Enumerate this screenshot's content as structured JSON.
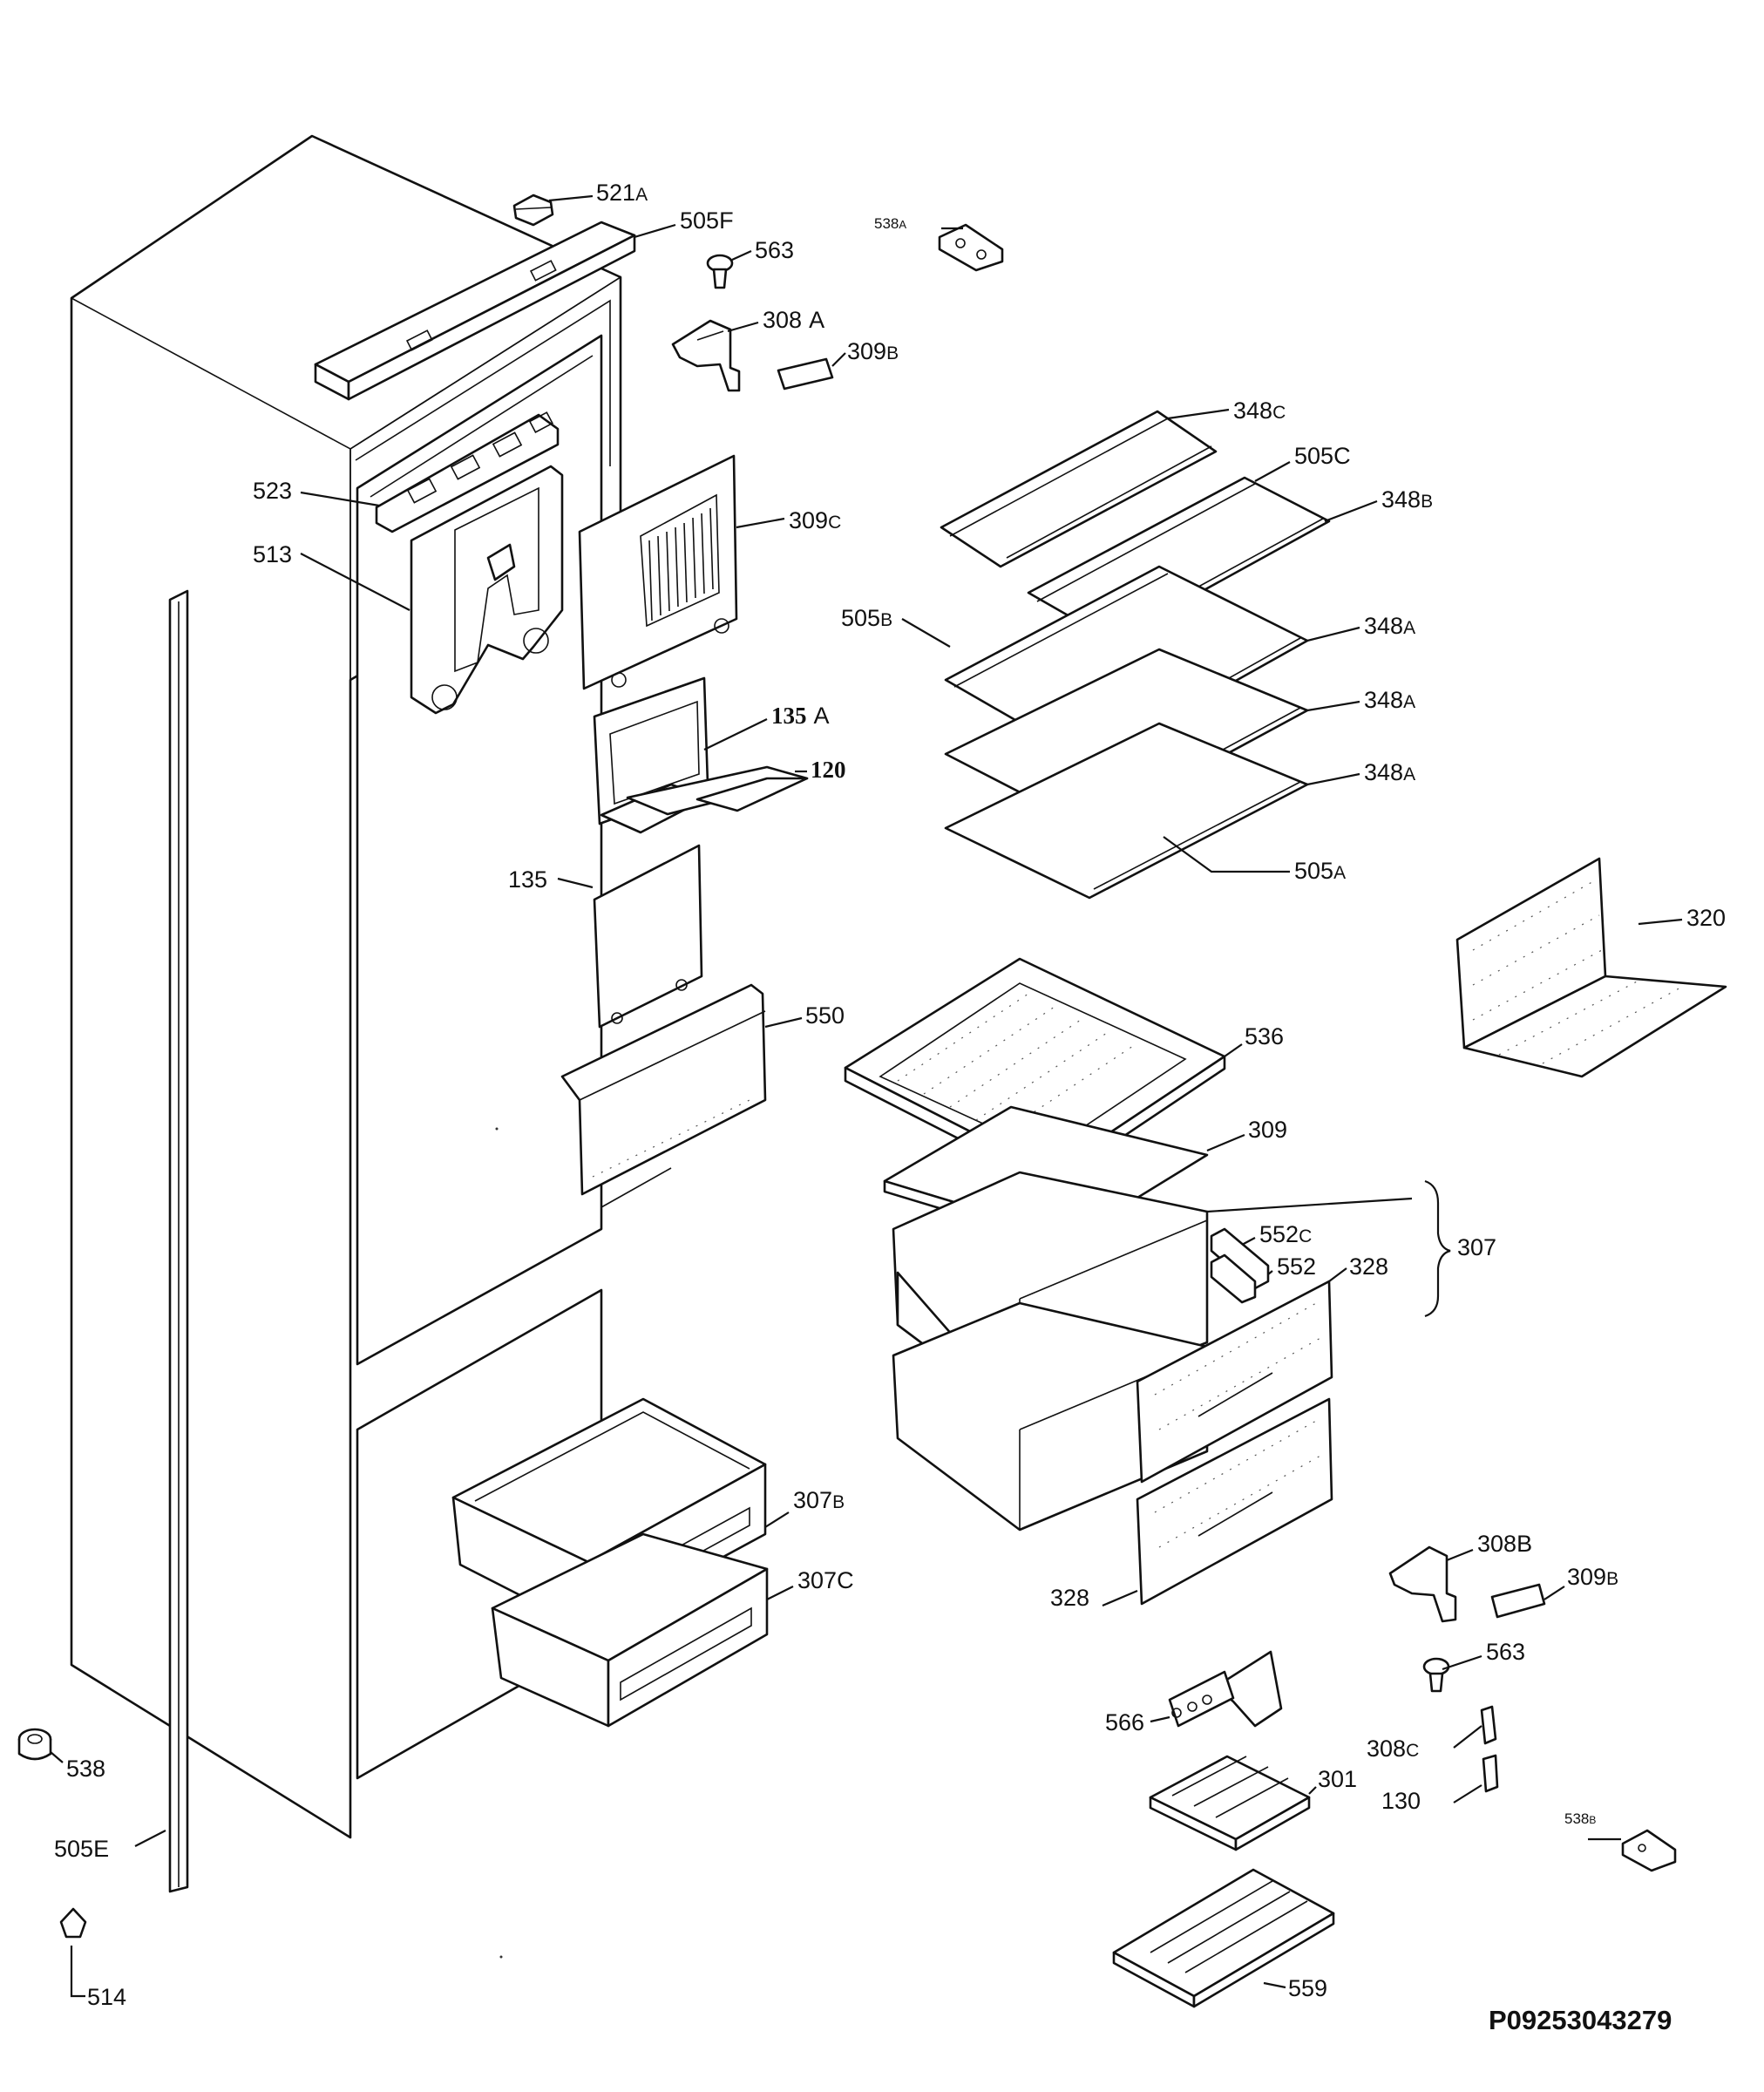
{
  "diagram": {
    "code": "P09253043279",
    "parts": [
      {
        "id": "521A",
        "main": "521",
        "suffix": "A"
      },
      {
        "id": "505F",
        "main": "505",
        "suffix": "F"
      },
      {
        "id": "538A",
        "main": "538",
        "suffix": "A"
      },
      {
        "id": "563-top",
        "main": "563",
        "suffix": ""
      },
      {
        "id": "308A",
        "main": "308",
        "suffix": "A"
      },
      {
        "id": "309B-top",
        "main": "309",
        "suffix": "B"
      },
      {
        "id": "348C",
        "main": "348",
        "suffix": "C"
      },
      {
        "id": "505C",
        "main": "505",
        "suffix": "C"
      },
      {
        "id": "348B",
        "main": "348",
        "suffix": "B"
      },
      {
        "id": "523",
        "main": "523",
        "suffix": ""
      },
      {
        "id": "513",
        "main": "513",
        "suffix": ""
      },
      {
        "id": "309C",
        "main": "309",
        "suffix": "C"
      },
      {
        "id": "505B",
        "main": "505",
        "suffix": "B"
      },
      {
        "id": "348A-1",
        "main": "348",
        "suffix": "A"
      },
      {
        "id": "348A-2",
        "main": "348",
        "suffix": "A"
      },
      {
        "id": "348A-3",
        "main": "348",
        "suffix": "A"
      },
      {
        "id": "505A",
        "main": "505",
        "suffix": "A"
      },
      {
        "id": "135A",
        "main": "135",
        "suffix": "A"
      },
      {
        "id": "120",
        "main": "120",
        "suffix": ""
      },
      {
        "id": "135",
        "main": "135",
        "suffix": ""
      },
      {
        "id": "320",
        "main": "320",
        "suffix": ""
      },
      {
        "id": "550",
        "main": "550",
        "suffix": ""
      },
      {
        "id": "536",
        "main": "536",
        "suffix": ""
      },
      {
        "id": "309",
        "main": "309",
        "suffix": ""
      },
      {
        "id": "307",
        "main": "307",
        "suffix": ""
      },
      {
        "id": "552C",
        "main": "552",
        "suffix": "C"
      },
      {
        "id": "552",
        "main": "552",
        "suffix": ""
      },
      {
        "id": "328-top",
        "main": "328",
        "suffix": ""
      },
      {
        "id": "307B",
        "main": "307",
        "suffix": "B"
      },
      {
        "id": "307C",
        "main": "307",
        "suffix": "C"
      },
      {
        "id": "328-bottom",
        "main": "328",
        "suffix": ""
      },
      {
        "id": "308B",
        "main": "308",
        "suffix": "B"
      },
      {
        "id": "309B-bottom",
        "main": "309",
        "suffix": "B"
      },
      {
        "id": "563-bottom",
        "main": "563",
        "suffix": ""
      },
      {
        "id": "566",
        "main": "566",
        "suffix": ""
      },
      {
        "id": "308C",
        "main": "308",
        "suffix": "C"
      },
      {
        "id": "538",
        "main": "538",
        "suffix": ""
      },
      {
        "id": "301",
        "main": "301",
        "suffix": ""
      },
      {
        "id": "130",
        "main": "130",
        "suffix": ""
      },
      {
        "id": "538B",
        "main": "538",
        "suffix": "B"
      },
      {
        "id": "505E",
        "main": "505",
        "suffix": "E"
      },
      {
        "id": "514",
        "main": "514",
        "suffix": ""
      },
      {
        "id": "559",
        "main": "559",
        "suffix": ""
      }
    ]
  }
}
